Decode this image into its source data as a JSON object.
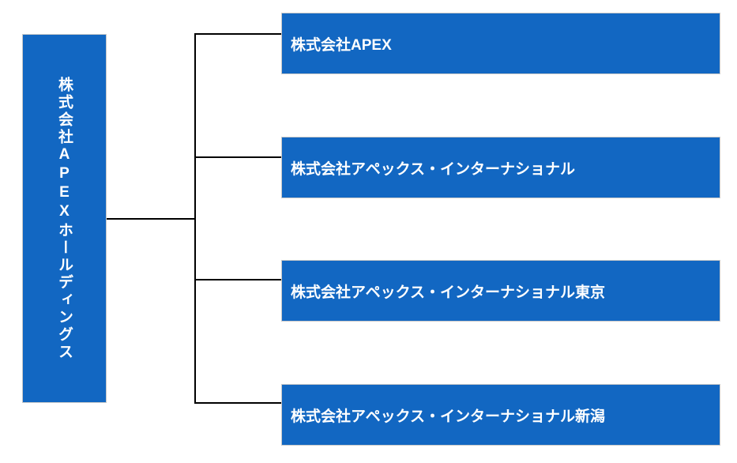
{
  "org_chart": {
    "type": "organization-tree",
    "root": {
      "label": "株式会社APEXホールディングス",
      "text_direction": "vertical"
    },
    "children": [
      {
        "label": "株式会社APEX"
      },
      {
        "label": "株式会社アペックス・インターナショナル"
      },
      {
        "label": "株式会社アペックス・インターナショナル東京"
      },
      {
        "label": "株式会社アペックス・インターナショナル新潟"
      }
    ],
    "colors": {
      "box_fill": "#1267c2",
      "box_border": "#c9c9c9",
      "label_text": "#ffffff",
      "connector_line": "#000000",
      "background": "#ffffff"
    }
  }
}
